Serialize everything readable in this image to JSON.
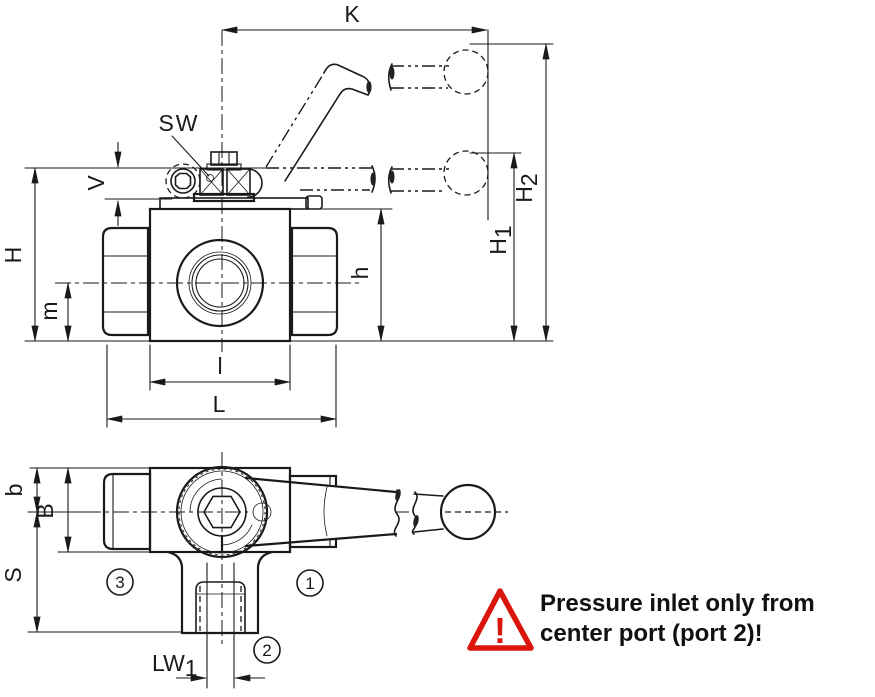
{
  "dimensions": {
    "K": "K",
    "H": "H",
    "V": "V",
    "m": "m",
    "SW": "SW",
    "h": "h",
    "H1_base": "H",
    "H1_sub": "1",
    "H2_base": "H",
    "H2_sub": "2",
    "l": "l",
    "L": "L",
    "b": "b",
    "B": "B",
    "S": "S",
    "LW1_base": "LW",
    "LW1_sub": "1"
  },
  "ports": {
    "port1": "1",
    "port2": "2",
    "port3": "3"
  },
  "warning": {
    "symbol": "!",
    "line1": "Pressure inlet only from",
    "line2": "center port (port 2)!"
  },
  "colors": {
    "line": "#1a1a1a",
    "warning_red": "#d9150c",
    "background": "#ffffff"
  }
}
